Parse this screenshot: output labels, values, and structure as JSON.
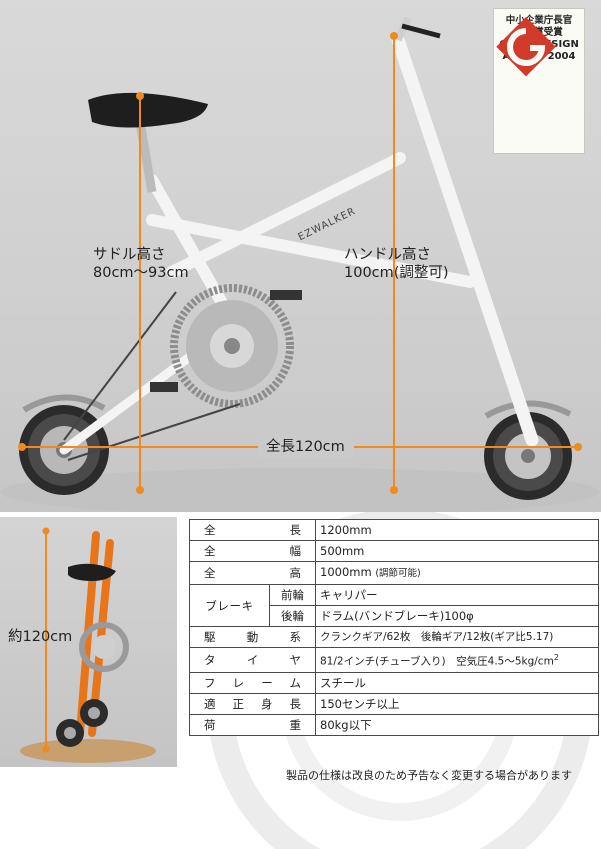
{
  "dimensions": {
    "saddle_label": "サドル高さ",
    "saddle_value": "80cm～93cm",
    "handle_label": "ハンドル高さ",
    "handle_value": "100cm(調整可)",
    "length_label": "全長120cm",
    "folded_label": "約120cm",
    "frame_brand": "EZWALKER"
  },
  "badge": {
    "line1": "中小企業庁長官",
    "line2": "特別賞受賞",
    "line3": "GOOD DESIGN",
    "line4": "AWARD 2004"
  },
  "spec": {
    "length": {
      "label": "全長",
      "value": "1200mm"
    },
    "width": {
      "label": "全幅",
      "value": "500mm"
    },
    "height": {
      "label": "全高",
      "value": "1000mm",
      "note": "(調節可能)"
    },
    "brake": {
      "label": "ブレーキ",
      "front_label": "前輪",
      "front_value": "キャリパー",
      "rear_label": "後輪",
      "rear_value": "ドラム(バンドブレーキ)100φ"
    },
    "drive": {
      "label": "駆動系",
      "value": "クランクギア/62枚　後輪ギア/12枚(ギア比5.17)"
    },
    "tire": {
      "label": "タイヤ",
      "value": "81/2インチ(チューブ入り)　空気圧4.5～5kg/cm",
      "sup": "2"
    },
    "frame": {
      "label": "フレーム",
      "value": "スチール"
    },
    "height_range": {
      "label": "適正身長",
      "value": "150センチ以上"
    },
    "load": {
      "label": "荷重",
      "value": "80kg以下"
    }
  },
  "note": "製品の仕様は改良のため予告なく変更する場合があります",
  "colors": {
    "accent": "#f08a1c",
    "badge_red": "#d23a2a",
    "folded_frame": "#e8751a"
  }
}
